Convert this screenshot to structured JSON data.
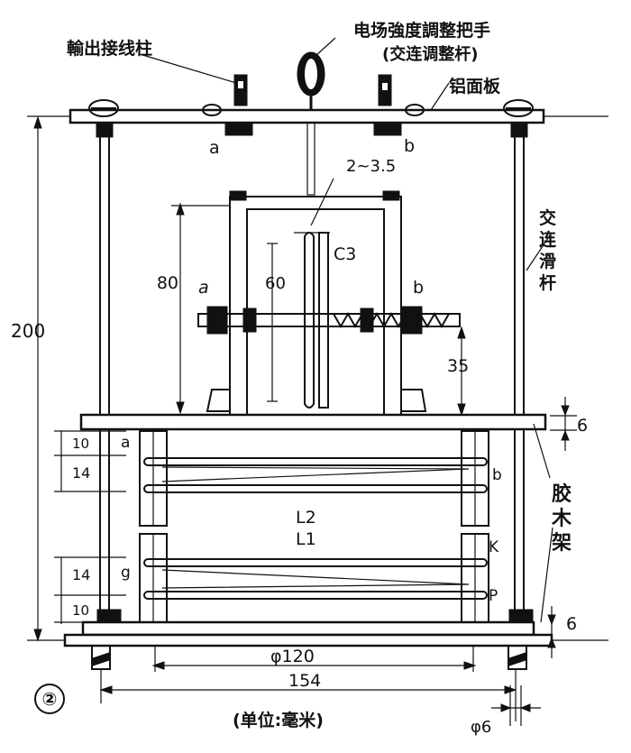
{
  "labels": {
    "output_terminals": "輸出接线柱",
    "field_knob_line1": "电场強度調整把手",
    "field_knob_line2": "(交连调整杆)",
    "aluminum_panel": "铝面板",
    "sliding_rod": [
      "交",
      "连",
      "滑",
      "杆"
    ],
    "bakelite_frame": [
      "胶",
      "木",
      "架"
    ],
    "coil_L2": "L2",
    "coil_L1": "L1",
    "capacitor": "C3",
    "terminal_a_top": "a",
    "terminal_b_top": "b",
    "terminal_a_mid": "a",
    "terminal_b_mid": "b",
    "terminal_a_coil": "a",
    "terminal_b_coil": "b",
    "terminal_g": "g",
    "terminal_k": "K",
    "terminal_p": "P",
    "figure_number": "②",
    "unit_note": "(单位:毫米)"
  },
  "dimensions": {
    "overall_height": "200",
    "frame_height": "80",
    "plate_length": "60",
    "gap": "2~3.5",
    "shaft_height": "35",
    "plate_thickness_top": "6",
    "plate_thickness_bottom": "6",
    "spacing_10_top": "10",
    "spacing_14_top": "14",
    "spacing_14_bottom": "14",
    "spacing_10_bottom": "10",
    "coil_diameter": "φ120",
    "base_width": "154",
    "rod_diameter": "φ6"
  }
}
